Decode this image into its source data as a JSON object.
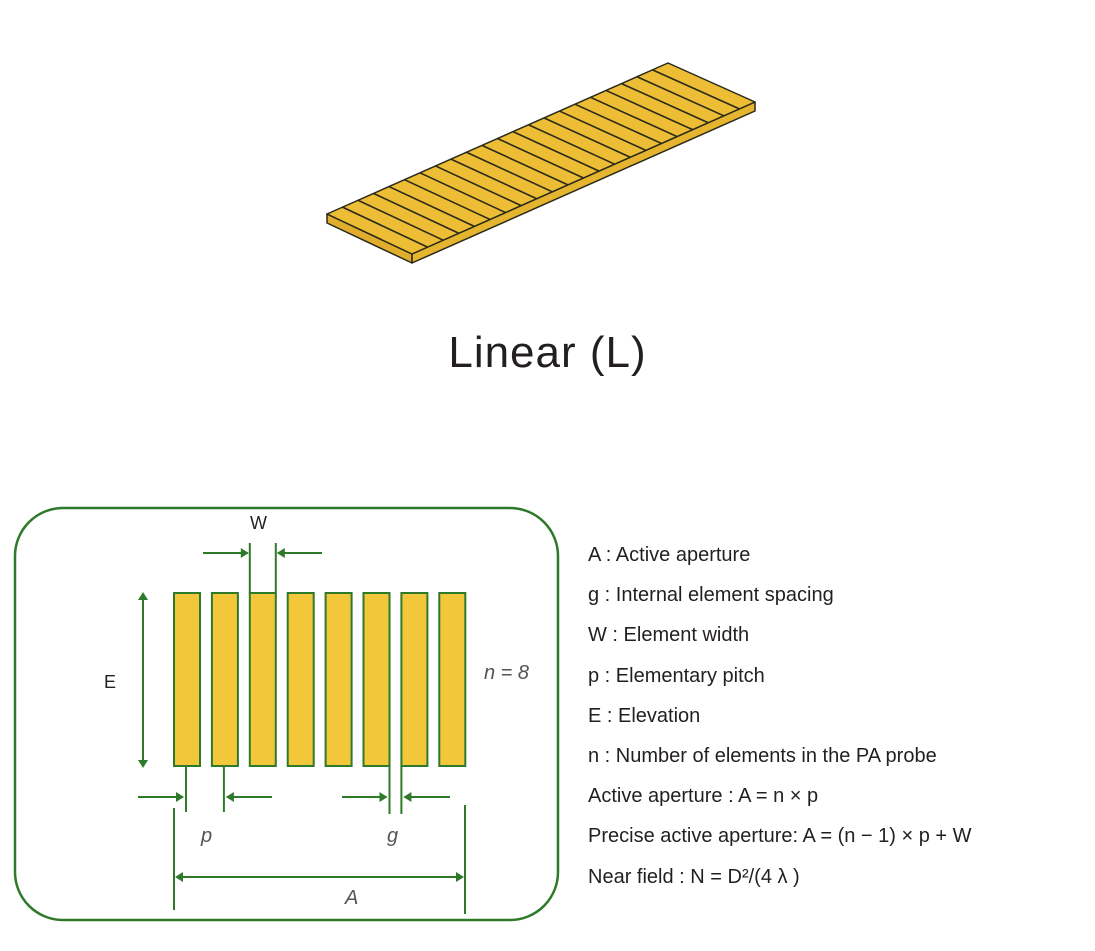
{
  "title": "Linear (L)",
  "colors": {
    "element_fill": "#f2c83a",
    "plate_fill": "#edbd35",
    "line_green": "#2f7a2a",
    "outline": "#2a2a1a"
  },
  "plate": {
    "element_lines": 22
  },
  "diagram": {
    "element_count": 8,
    "labels": {
      "W": "W",
      "E": "E",
      "n": "n = 8",
      "p": "p",
      "g": "g",
      "A": "A"
    }
  },
  "definitions": [
    "A : Active aperture",
    "g : Internal element spacing",
    "W : Element width",
    "p : Elementary pitch",
    "E : Elevation",
    "n : Number of elements in the PA probe",
    "Active aperture : A = n × p",
    "Precise active aperture: A = (n − 1) × p + W",
    "Near field : N = D²/(4 λ )"
  ]
}
